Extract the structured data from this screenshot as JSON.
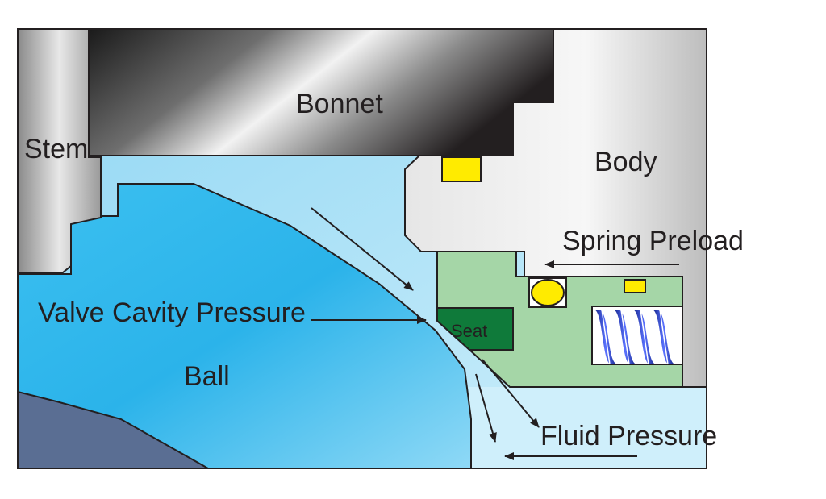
{
  "labels": {
    "stem": "Stem",
    "bonnet": "Bonnet",
    "body": "Body",
    "spring_preload": "Spring Preload",
    "valve_cavity_pressure": "Valve Cavity Pressure",
    "ball": "Ball",
    "seat": "Seat",
    "fluid_pressure": "Fluid Pressure"
  },
  "colors": {
    "outline": "#231f20",
    "fluid": "#a6e0f5",
    "ball": "#2bb6ec",
    "body": "#dcdcdc",
    "bonnet_dark": "#231f20",
    "stem": "#bdbdbd",
    "seat_housing": "#a5d6a7",
    "seat": "#0f7a3a",
    "seal": "#ffeb00",
    "spring": "#1a2fa0",
    "lower_body": "#5a6e93"
  }
}
